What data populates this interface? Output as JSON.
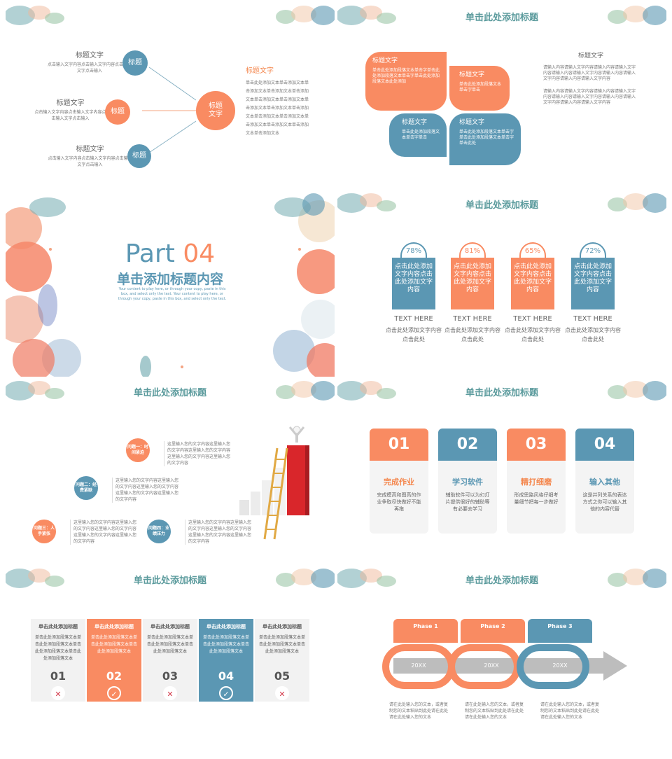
{
  "slide1": {
    "right_title": "标题文字",
    "right_body": "单击此处添加文本单击添加文本单击添加文本单击添加文本单击添加文本单击添加文本单击添加文本单击添加文本单击添加文本单击添加文本单击添加文本单击添加文本单击添加文本单击添加文本单击添加文本单击添加文本",
    "center_circle": "标题\n文字",
    "items": [
      {
        "title": "标题文字",
        "desc": "点击输入文字内容点击输入文字内容点击输入文字点击输入",
        "circle": "标题"
      },
      {
        "title": "标题文字",
        "desc": "点击输入文字内容点击输入文字内容点击输入文字点击输入",
        "circle": "标题"
      },
      {
        "title": "标题文字",
        "desc": "点击输入文字内容点击输入文字内容点击输入文字点击输入",
        "circle": "标题"
      }
    ]
  },
  "slide2": {
    "header": "单击此处添加标题",
    "petals": [
      {
        "title": "标题文字",
        "desc": "单击此处添加段落文本单击字单击此处添加段落文本单击字单击此处添加段落文本此处添加"
      },
      {
        "title": "标题文字",
        "desc": "单击此处添加段落文本单击字单击"
      },
      {
        "title": "标题文字",
        "desc": "单击此处添加段落文本单击字单击"
      },
      {
        "title": "标题文字",
        "desc": "单击此处添加段落文本单击字单击此处添加段落文本单击字单击此处"
      }
    ],
    "side_title": "标题文字",
    "side_p1": "请输入内容请输入文字内容请输入内容请输入文字内容请输入内容请输入文字内容请输入内容请输入文字内容请输入内容请输入文字内容",
    "side_p2": "请输入内容请输入文字内容请输入内容请输入文字内容请输入内容请输入文字内容请输入内容请输入文字内容请输入内容请输入文字内容"
  },
  "slide3": {
    "part_label": "Part",
    "part_num": "04",
    "title": "单击添加标题内容",
    "sub": "Your content to play here, or through your copy, paste in this box, and select only the text. Your content to play here, or through your copy, paste in this box, and select only the text."
  },
  "slide4": {
    "header": "单击此处添加标题",
    "items": [
      {
        "pct": "78%",
        "body": "点击此处添加文字内容点击此处添加文字内容",
        "th": "TEXT HERE",
        "desc": "点击此处添加文字内容点击此处",
        "color": "#5b97b3"
      },
      {
        "pct": "81%",
        "body": "点击此处添加文字内容点击此处添加文字内容",
        "th": "TEXT HERE",
        "desc": "点击此处添加文字内容点击此处",
        "color": "#f98b62"
      },
      {
        "pct": "65%",
        "body": "点击此处添加文字内容点击此处添加文字内容",
        "th": "TEXT HERE",
        "desc": "点击此处添加文字内容点击此处",
        "color": "#f98b62"
      },
      {
        "pct": "72%",
        "body": "点击此处添加文字内容点击此处添加文字内容",
        "th": "TEXT HERE",
        "desc": "点击此处添加文字内容点击此处",
        "color": "#5b97b3"
      }
    ]
  },
  "slide5": {
    "header": "单击此处添加标题",
    "items": [
      {
        "tag": "问题一：时间紧迫",
        "desc": "这里输入您的文字内容这里输入您的文字内容这里输入您的文字内容这里输入您的文字内容这里输入您的文字内容"
      },
      {
        "tag": "问题二：经费紧缺",
        "desc": "这里输入您的文字内容这里输入您的文字内容这里输入您的文字内容这里输入您的文字内容这里输入您的文字内容"
      },
      {
        "tag": "问题三：人手紧张",
        "desc": "这里输入您的文字内容这里输入您的文字内容这里输入您的文字内容这里输入您的文字内容这里输入您的文字内容"
      },
      {
        "tag": "问题四：业绩压力",
        "desc": "这里输入您的文字内容这里输入您的文字内容这里输入您的文字内容这里输入您的文字内容这里输入您的文字内容"
      }
    ]
  },
  "slide6": {
    "header": "单击此处添加标题",
    "cards": [
      {
        "num": "01",
        "title": "完成作业",
        "desc": "完成模高和图高的作业争取尽快做好不能再拖",
        "color": "#f98b62"
      },
      {
        "num": "02",
        "title": "学习软件",
        "desc": "辅助软件可以为幻灯片提供很好的辅助等有必要去学习",
        "color": "#5b97b3"
      },
      {
        "num": "03",
        "title": "精打细磨",
        "desc": "形成思路风格仔细考量细节把每一步做好",
        "color": "#f98b62"
      },
      {
        "num": "04",
        "title": "输入其他",
        "desc": "这是并列关系的表达方式之你可以输入其他的内容代替",
        "color": "#5b97b3"
      }
    ]
  },
  "slide7": {
    "header": "单击此处添加标题",
    "cols": [
      {
        "head": "单击此处添加标题",
        "desc": "单击此处添加段落文本单击此处添加段落文本单击此处添加段落文本单击此处添加段落文本",
        "num": "01",
        "mark": "✕"
      },
      {
        "head": "单击此处添加标题",
        "desc": "单击此处添加段落文本单击此处添加段落文本单击此处添加段落文本",
        "num": "02",
        "mark": "✓"
      },
      {
        "head": "单击此处添加标题",
        "desc": "单击此处添加段落文本单击此处添加段落文本单击此处添加段落文本",
        "num": "03",
        "mark": "✕"
      },
      {
        "head": "单击此处添加标题",
        "desc": "单击此处添加段落文本单击此处添加段落文本单击此处添加段落文本",
        "num": "04",
        "mark": "✓"
      },
      {
        "head": "单击此处添加标题",
        "desc": "单击此处添加段落文本单击此处添加段落文本单击此处添加段落文本",
        "num": "05",
        "mark": "✕"
      }
    ]
  },
  "slide8": {
    "header": "单击此处添加标题",
    "phases": [
      {
        "label": "Phase 1",
        "year": "20XX",
        "desc": "请在此处输入您的文本，或者复制您的文本粘贴到此处请在此处请在此处输入您的文本",
        "color": "#f98b62"
      },
      {
        "label": "Phase 2",
        "year": "20XX",
        "desc": "请在此处输入您的文本，或者复制您的文本粘贴到此处请在此处请在此处输入您的文本",
        "color": "#f98b62"
      },
      {
        "label": "Phase 3",
        "year": "20XX",
        "desc": "请在此处输入您的文本，或者复制您的文本粘贴到此处请在此处请在此处输入您的文本",
        "color": "#5b97b3"
      }
    ]
  }
}
